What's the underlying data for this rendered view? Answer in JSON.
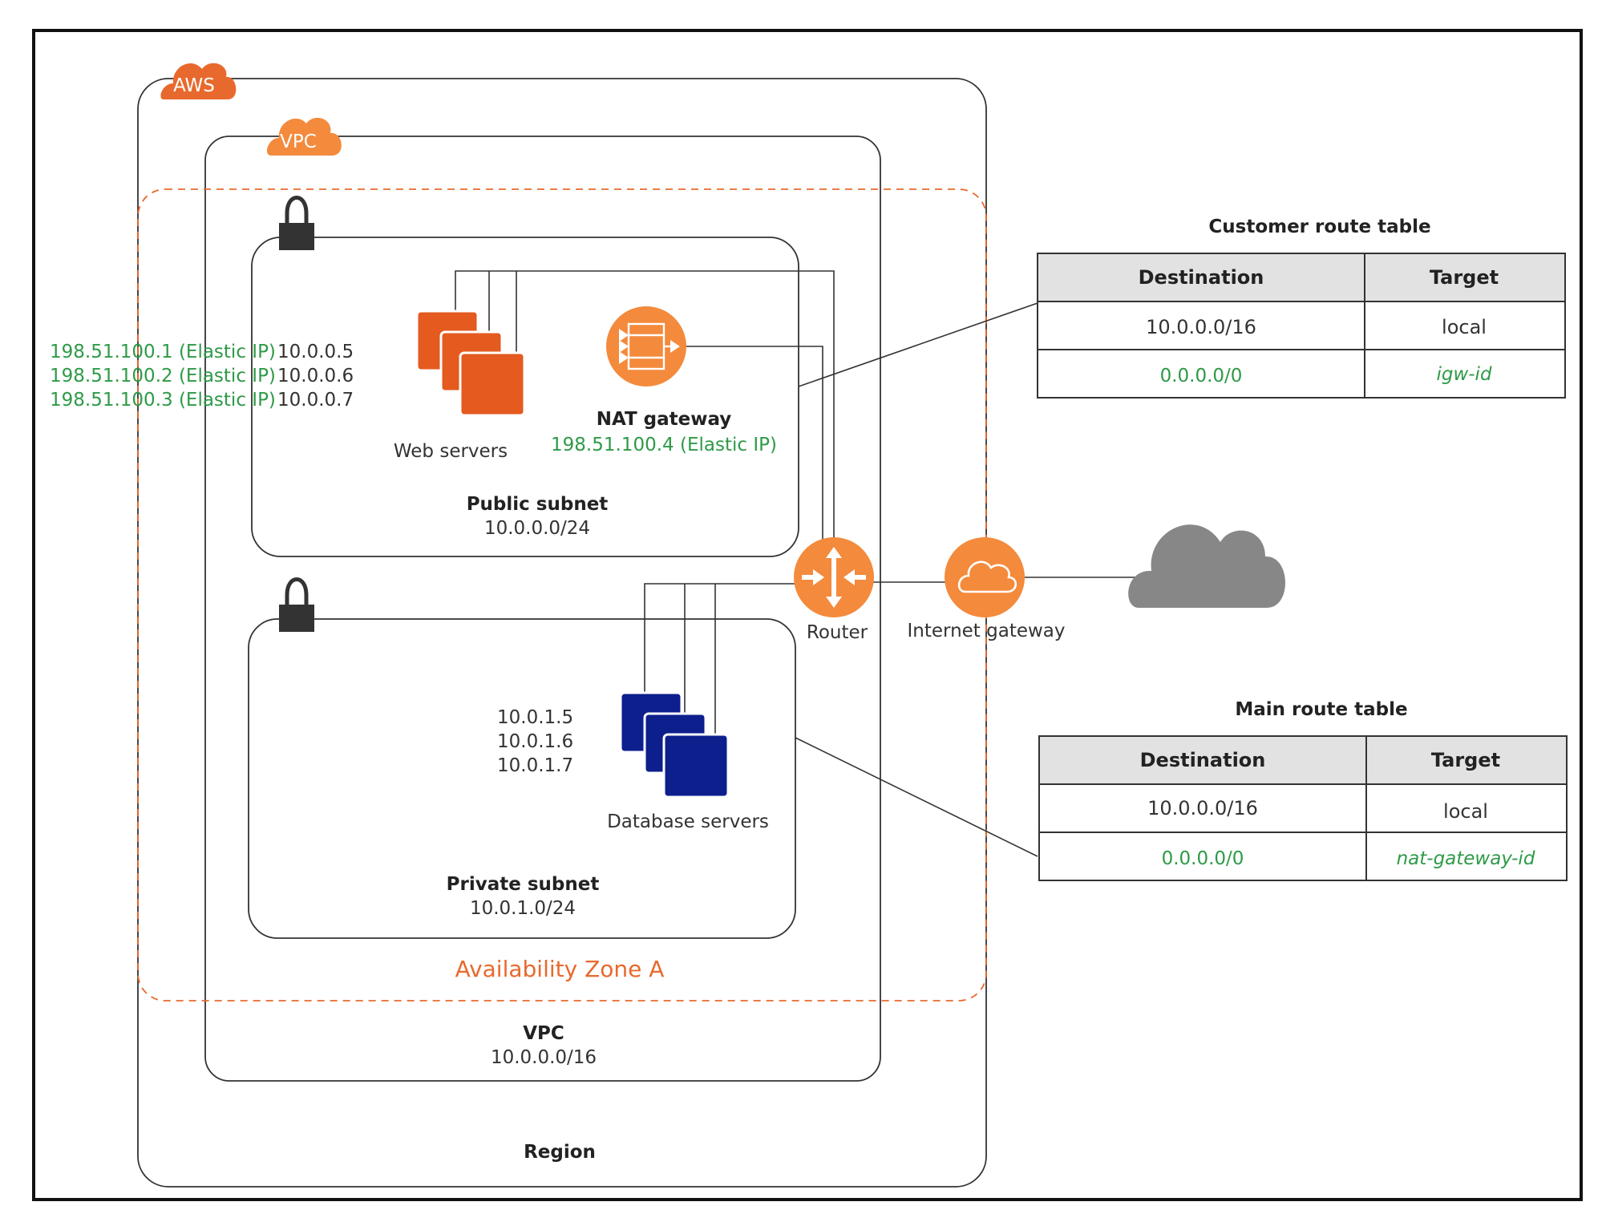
{
  "badges": {
    "aws": "AWS",
    "vpc": "VPC"
  },
  "public_subnet": {
    "name": "Public subnet",
    "cidr": "10.0.0.0/24",
    "web_servers": {
      "label": "Web servers",
      "ips": [
        {
          "elastic": "198.51.100.1 (Elastic IP)",
          "private": "10.0.0.5"
        },
        {
          "elastic": "198.51.100.2 (Elastic IP)",
          "private": "10.0.0.6"
        },
        {
          "elastic": "198.51.100.3 (Elastic IP)",
          "private": "10.0.0.7"
        }
      ]
    },
    "nat_gateway": {
      "label": "NAT gateway",
      "elastic_ip": "198.51.100.4 (Elastic IP)"
    }
  },
  "private_subnet": {
    "name": "Private subnet",
    "cidr": "10.0.1.0/24",
    "database_servers": {
      "label": "Database servers",
      "ips": [
        "10.0.1.5",
        "10.0.1.6",
        "10.0.1.7"
      ]
    }
  },
  "router": {
    "label": "Router"
  },
  "internet_gateway": {
    "label": "Internet gateway"
  },
  "availability_zone": "Availability Zone A",
  "vpc": {
    "name": "VPC",
    "cidr": "10.0.0.0/16"
  },
  "region": "Region",
  "customer_route_table": {
    "title": "Customer route table",
    "headers": [
      "Destination",
      "Target"
    ],
    "rows": [
      {
        "destination": "10.0.0.0/16",
        "target": "local"
      },
      {
        "destination": "0.0.0.0/0",
        "target": "igw-id"
      }
    ]
  },
  "main_route_table": {
    "title": "Main route table",
    "headers": [
      "Destination",
      "Target"
    ],
    "rows": [
      {
        "destination": "10.0.0.0/16",
        "target": "local"
      },
      {
        "destination": "0.0.0.0/0",
        "target": "nat-gateway-id"
      }
    ]
  },
  "colors": {
    "aws_orange": "#e8692d",
    "vpc_orange": "#f48a3c",
    "web_server": "#e45a1f",
    "db_server": "#0d1f8c",
    "elastic_ip_green": "#2e9a47",
    "internet_cloud": "#878787"
  }
}
